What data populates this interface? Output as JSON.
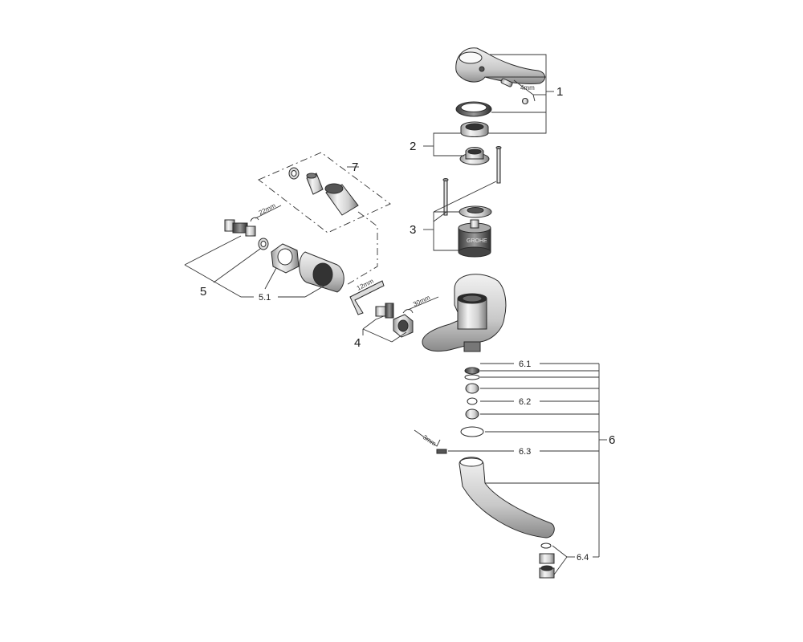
{
  "callouts": {
    "c1": "1",
    "c2": "2",
    "c3": "3",
    "c4": "4",
    "c5": "5",
    "c5_1": "5.1",
    "c6": "6",
    "c6_1": "6.1",
    "c6_2": "6.2",
    "c6_3": "6.3",
    "c6_4": "6.4",
    "c7": "7"
  },
  "tool_labels": {
    "hex_4mm": "4mm",
    "spanner_22mm": "22mm",
    "hex_12mm": "12mm",
    "spanner_30mm": "30mm",
    "hex_3mm": "3mm"
  }
}
